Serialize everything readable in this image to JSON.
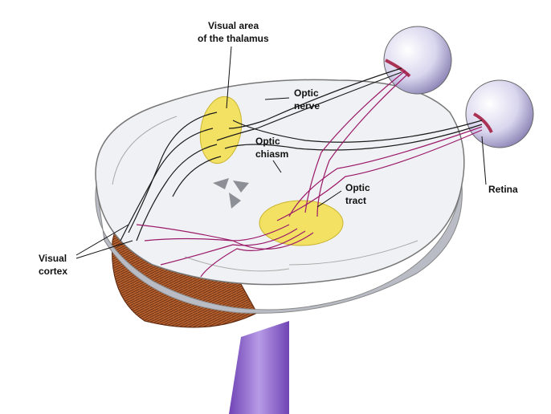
{
  "labels": {
    "thalamus_line1": "Visual area",
    "thalamus_line2": "of the thalamus",
    "optic_nerve_line1": "Optic",
    "optic_nerve_line2": "nerve",
    "optic_chiasm_line1": "Optic",
    "optic_chiasm_line2": "chiasm",
    "optic_tract_line1": "Optic",
    "optic_tract_line2": "tract",
    "retina": "Retina",
    "visual_cortex_line1": "Visual",
    "visual_cortex_line2": "cortex"
  },
  "colors": {
    "brain": "#eeeff2",
    "brain_shadow": "#b9bcc4",
    "cerebellum": "#a8552b",
    "brainstem": "#8a63c6",
    "thalamus": "#f3e163",
    "eye": "#d9d6ee",
    "pathway_right": "#9b1a6a",
    "pathway_left": "#1b1b1b"
  }
}
